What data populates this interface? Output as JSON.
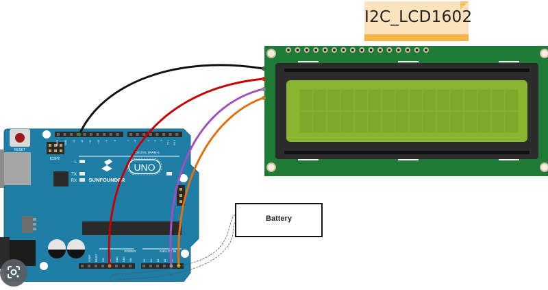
{
  "diagram": {
    "lcd_label": "I2C_LCD1602",
    "battery_label": "Battery",
    "board": {
      "brand": "SUNFOUNDER",
      "model": "UNO",
      "reset_label": "RESET",
      "icsp_label": "ICSP2",
      "led_labels": [
        "L",
        "TX",
        "RX"
      ],
      "digital_header_label": "DIGITAL (PWM~)",
      "power_header_label": "POWER",
      "analog_header_label": "ANALOG IN",
      "top_pin_labels": [
        "AREF",
        "GND",
        "13",
        "12",
        "~11",
        "~10",
        "~9",
        "8",
        "7",
        "~6",
        "~5",
        "4",
        "~3",
        "2",
        "TX 1",
        "RX 0"
      ],
      "power_pin_labels": [
        "IOREF",
        "RESET",
        "3V3",
        "5V",
        "GND",
        "GND",
        "VIN"
      ],
      "analog_pin_labels": [
        "A0",
        "A1",
        "A2",
        "A3",
        "A4",
        "A5"
      ]
    },
    "lcd": {
      "rows": 2,
      "cols": 16,
      "pin_count": 16
    },
    "wires": [
      {
        "name": "gnd-wire",
        "color": "#111111",
        "from": "GND",
        "to": "LCD GND"
      },
      {
        "name": "vcc-wire",
        "color": "#d00000",
        "from": "5V",
        "to": "LCD VCC"
      },
      {
        "name": "sda-wire",
        "color": "#a050c0",
        "from": "A4",
        "to": "LCD SDA"
      },
      {
        "name": "scl-wire",
        "color": "#e07010",
        "from": "A5",
        "to": "LCD SCL"
      }
    ],
    "colors": {
      "board": "#1f7ea6",
      "lcd_pcb": "#1e7a34",
      "lcd_bezel": "#2b2b2b",
      "lcd_screen": "#8ab530",
      "note_bg": "#fde3bd",
      "note_bar": "#f4b648"
    }
  },
  "overlay": {
    "lens_icon": "google-lens-icon"
  }
}
